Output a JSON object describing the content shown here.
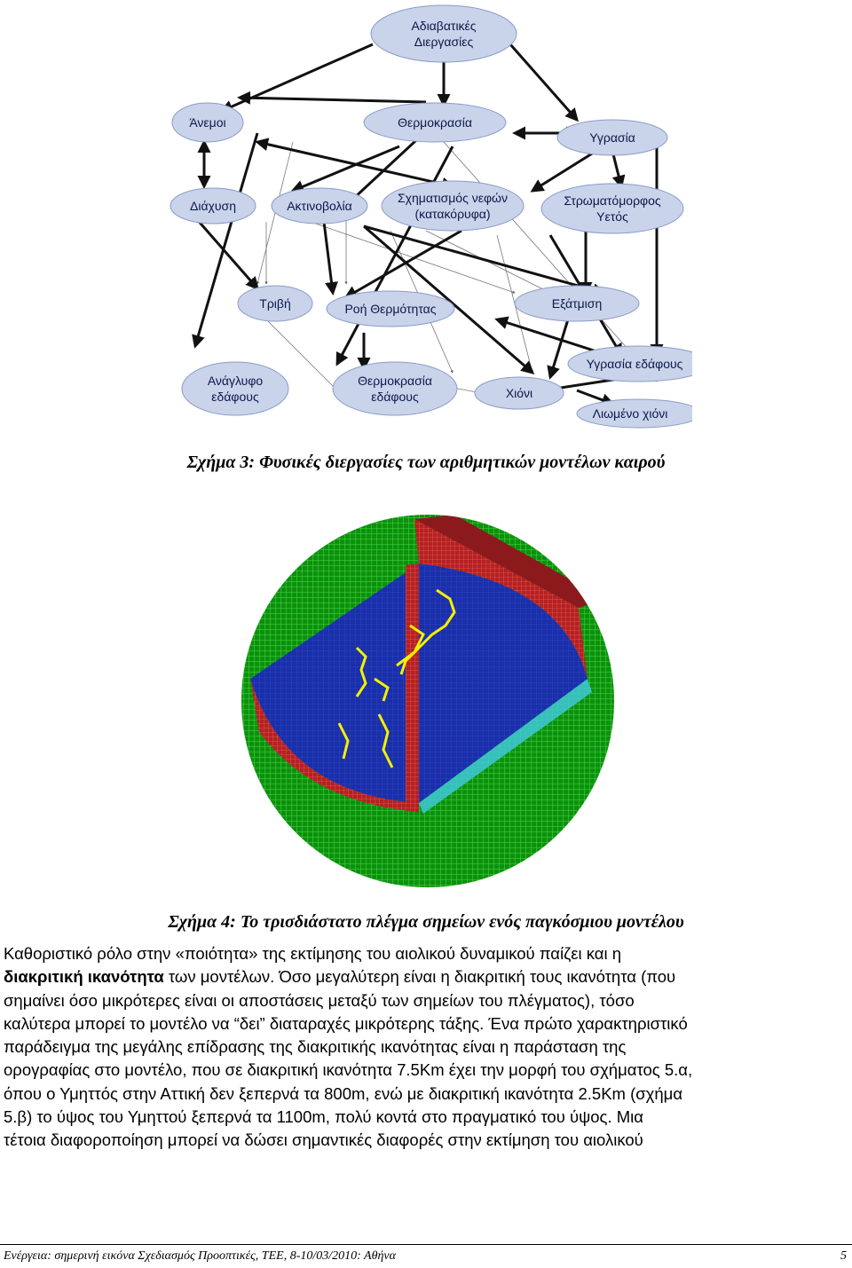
{
  "diagram": {
    "nodes": {
      "adiabatic_line1": "Αδιαβατικές",
      "adiabatic_line2": "Διεργασίες",
      "winds": "Άνεμοι",
      "temperature": "Θερμοκρασία",
      "humidity": "Υγρασία",
      "diffusion": "Διάχυση",
      "radiation": "Ακτινοβολία",
      "cloud_line1": "Σχηματισμός νεφών",
      "cloud_line2": "(κατακόρυφα)",
      "strat_line1": "Στρωματόμορφος",
      "strat_line2": "Υετός",
      "friction": "Τριβή",
      "heat_flux": "Ροή Θερμότητας",
      "evaporation": "Εξάτμιση",
      "soil_moisture": "Υγρασία εδάφους",
      "relief_line1": "Ανάγλυφο",
      "relief_line2": "εδάφους",
      "soil_temp_line1": "Θερμοκρασία",
      "soil_temp_line2": "εδάφους",
      "snow": "Χιόνι",
      "melted_snow": "Λιωμένο χιόνι"
    },
    "colors": {
      "node_fill": "#c9d3ea",
      "node_stroke": "#8a9cc8",
      "arrow": "#111111"
    }
  },
  "captions": {
    "fig3": "Σχήμα 3: Φυσικές διεργασίες  των αριθμητικών μοντέλων καιρού",
    "fig4": "Σχήμα 4: Το τρισδιάστατο πλέγμα σημείων ενός παγκόσμιου μοντέλου"
  },
  "globe": {
    "colors": {
      "grid_green": "#22c422",
      "ocean_blue": "#1a2fa8",
      "grid_red": "#c0282a",
      "coast_yellow": "#f5f000",
      "cyan": "#3ec8d8"
    }
  },
  "body": {
    "line1": "Καθοριστικό ρόλο στην «ποιότητα» της εκτίμησης του αιολικού δυναμικού παίζει και η",
    "line2_bold": "διακριτική ικανότητα",
    "line2_rest": " των μοντέλων. Όσο μεγαλύτερη είναι η διακριτική τους ικανότητα (που",
    "line3": "σημαίνει όσο μικρότερες είναι οι αποστάσεις μεταξύ των σημείων του πλέγματος), τόσο",
    "line4": "καλύτερα μπορεί το μοντέλο να “δει” διαταραχές μικρότερης τάξης. Ένα πρώτο χαρακτηριστικό",
    "line5": "παράδειγμα της μεγάλης επίδρασης της διακριτικής ικανότητας είναι η παράσταση της",
    "line6": "ορογραφίας στο μοντέλο, που σε διακριτική ικανότητα 7.5Km έχει την μορφή του σχήματος 5.α,",
    "line7": "όπου ο Υμηττός στην Αττική δεν ξεπερνά τα 800m, ενώ με διακριτική ικανότητα 2.5Km (σχήμα",
    "line8": "5.β) το ύψος του Υμηττού  ξεπερνά τα 1100m, πολύ κοντά στο πραγματικό του ύψος. Μια",
    "line9": "τέτοια διαφοροποίηση μπορεί να δώσει σημαντικές διαφορές στην εκτίμηση του αιολικού"
  },
  "footer": {
    "text": "Ενέργεια: σημερινή εικόνα  Σχεδιασμός  Προοπτικές, ΤΕΕ, 8-10/03/2010: Αθήνα",
    "page": "5"
  }
}
